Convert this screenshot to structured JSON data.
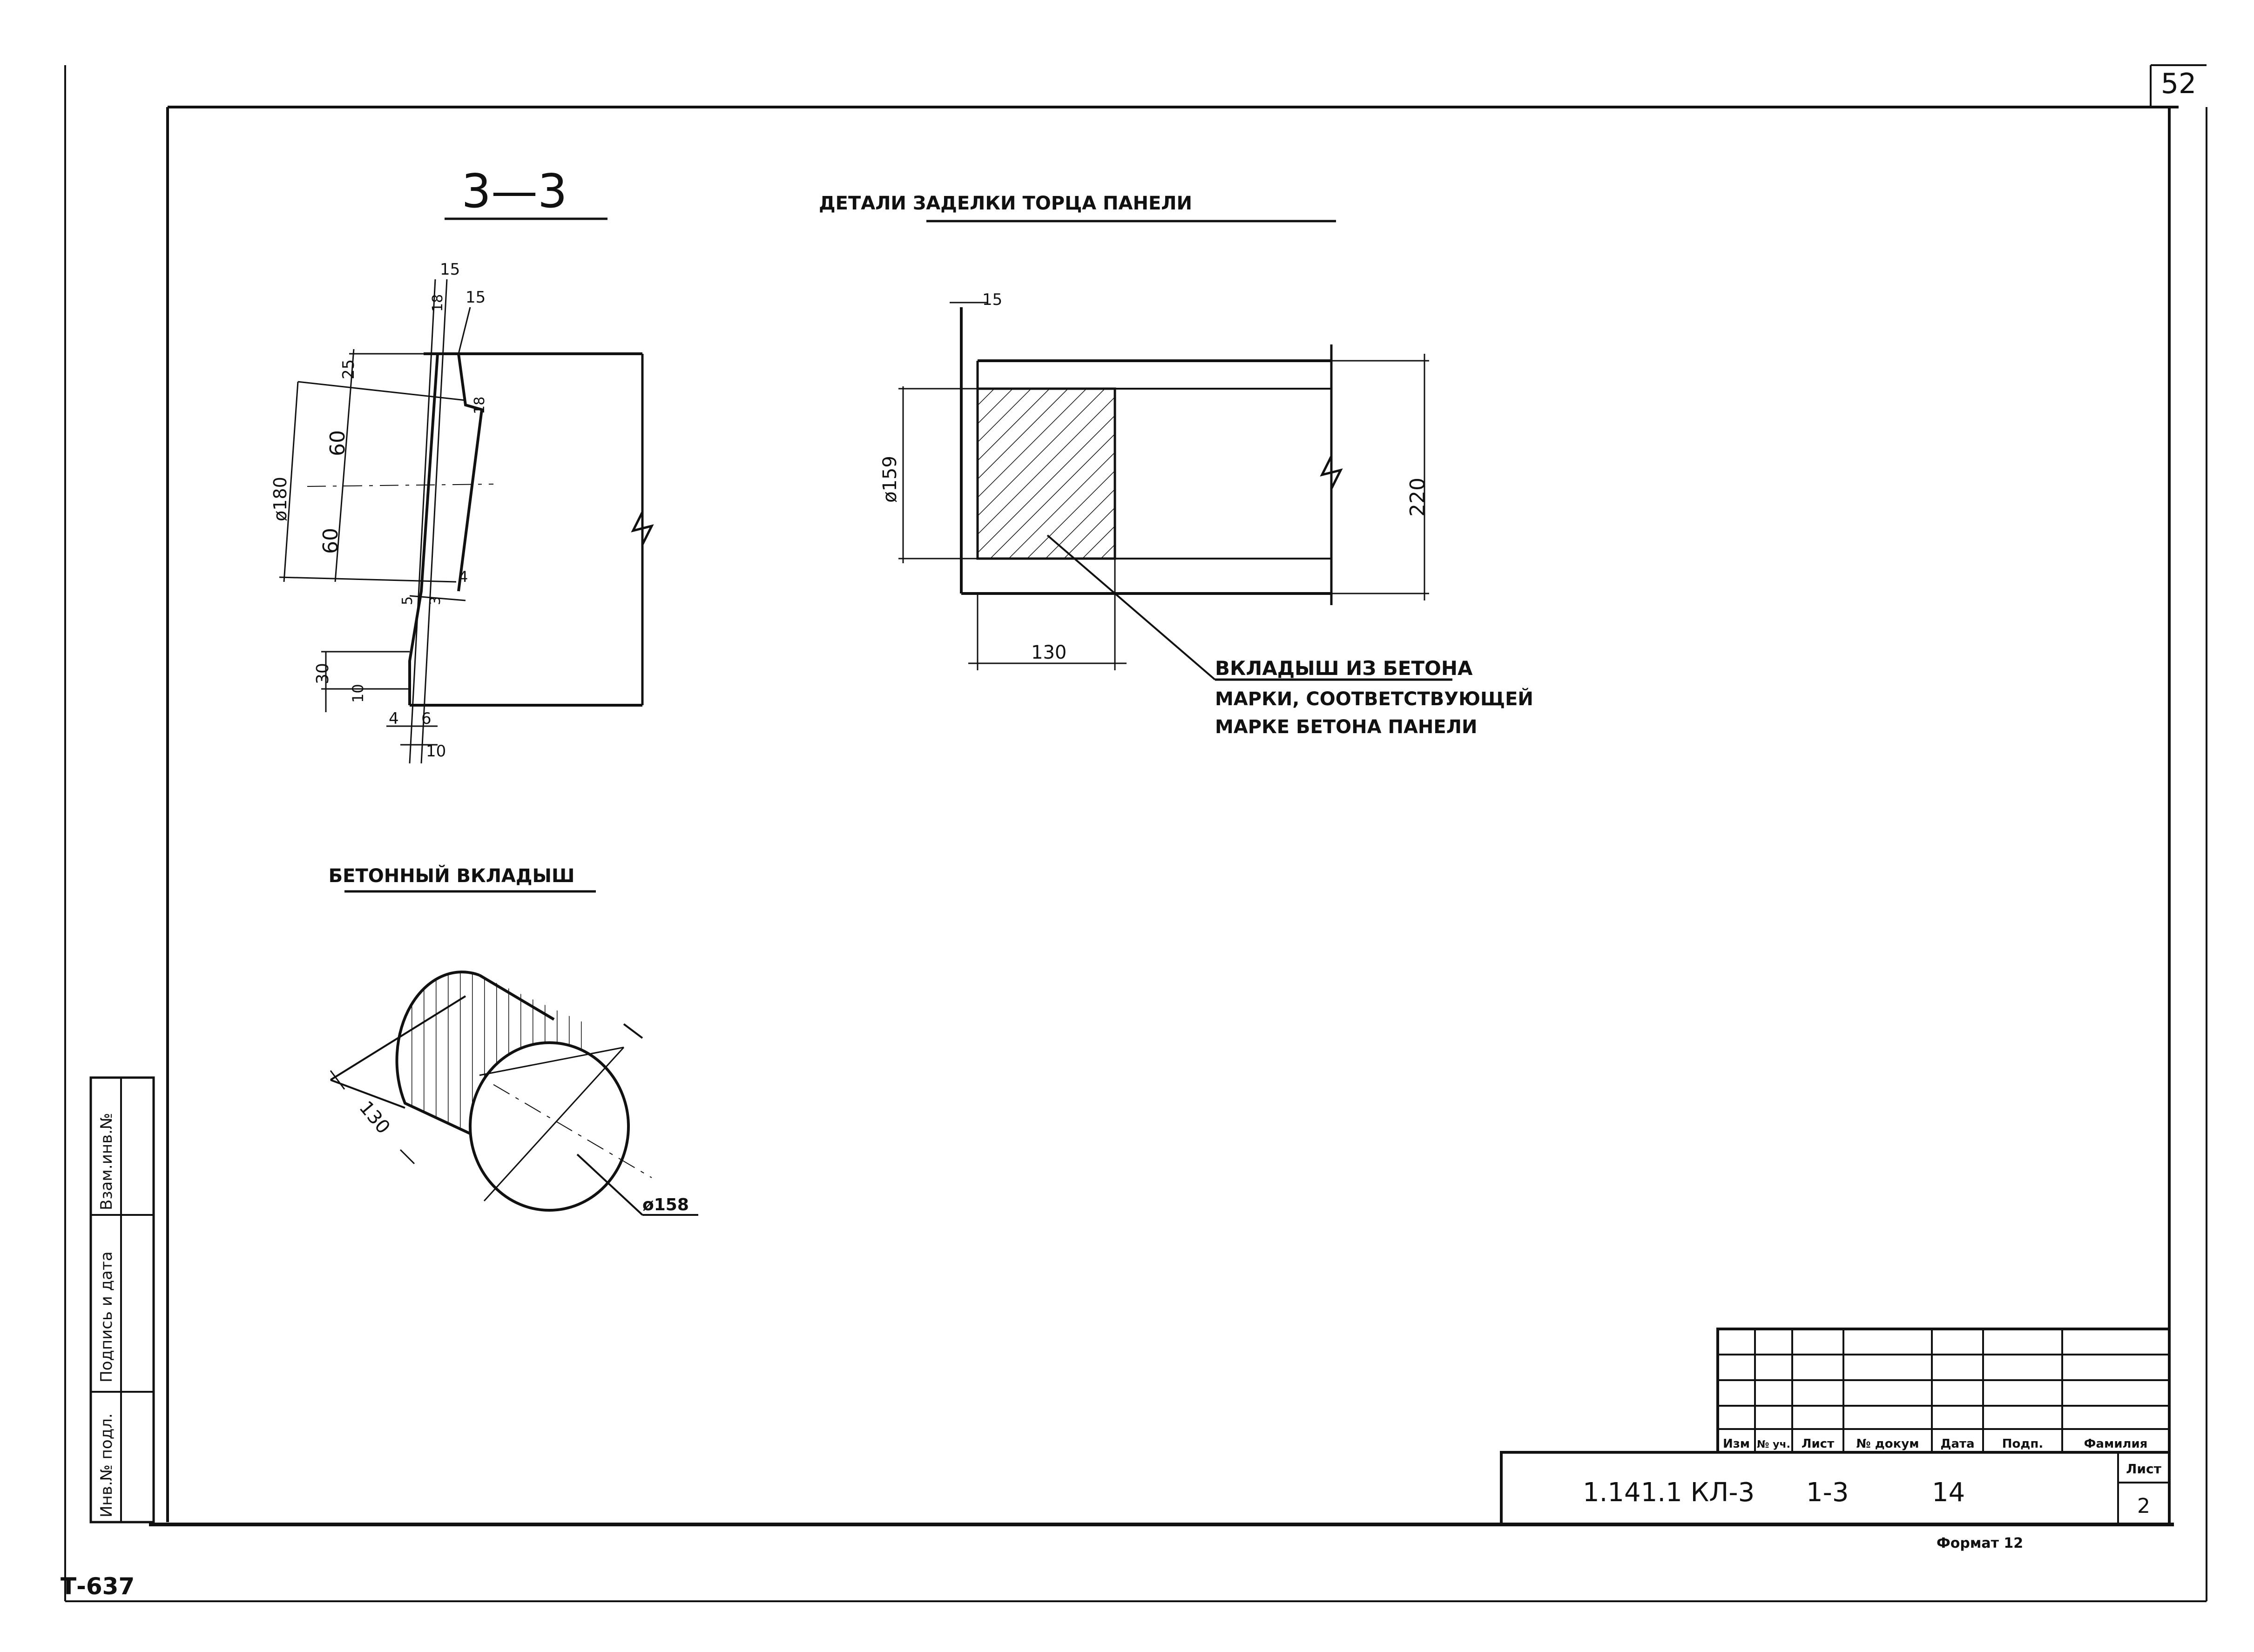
{
  "sheet_number": "52",
  "inventory_code": "Т-637",
  "section_label": "3—3",
  "detail_title": "ДЕТАЛИ ЗАДЕЛКИ ТОРЦА ПАНЕЛИ",
  "insert_title": "БЕТОННЫЙ ВКЛАДЫШ",
  "insert_note": [
    "ВКЛАДЫШ ИЗ БЕТОНА",
    "МАРКИ, СООТВЕТСТВУЮЩЕЙ",
    "МАРКЕ БЕТОНА ПАНЕЛИ"
  ],
  "section_dims": {
    "d1": "15",
    "d2": "15",
    "d3": "18",
    "d4": "25",
    "d5": "18",
    "diam": "ø180",
    "h1": "60",
    "h2": "60",
    "d6": "4",
    "d7": "5",
    "d8": "3",
    "d9": "30",
    "d10": "10",
    "d11": "4",
    "d12": "6",
    "d13": "10"
  },
  "detail_dims": {
    "top": "15",
    "diam": "ø159",
    "width": "130",
    "height": "220"
  },
  "insert_dims": {
    "length": "130",
    "diam": "ø158"
  },
  "side_stamp": [
    "Инв.№ подл.",
    "Подпись и дата",
    "Взам.инв.№"
  ],
  "title_block": {
    "headers": [
      "Изм",
      "№ уч.",
      "Лист",
      "№ докум",
      "Дата",
      "Подп.",
      "Фамилия"
    ],
    "designation": "1.141.1 КЛ-3",
    "issue": "1-3",
    "part": "14",
    "sheet_label": "Лист",
    "sheet_value": "2",
    "format": "Формат 12"
  }
}
